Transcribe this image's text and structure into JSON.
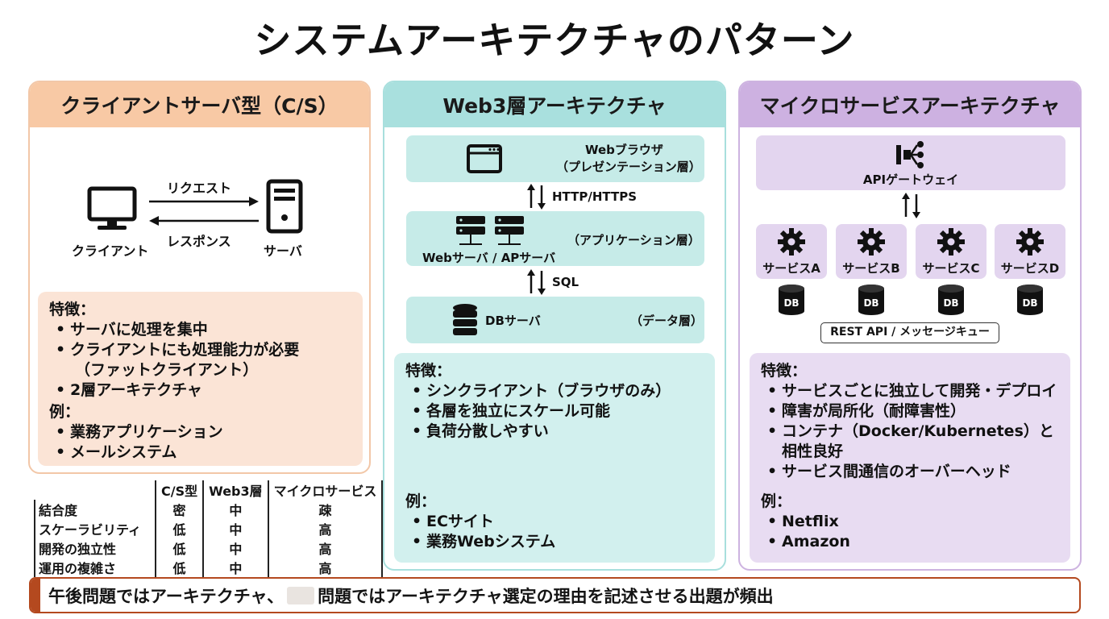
{
  "title": "システムアーキテクチャのパターン",
  "cs": {
    "header": "クライアントサーバ型（C/S）",
    "request": "リクエスト",
    "response": "レスポンス",
    "client": "クライアント",
    "server": "サーバ",
    "feature_heading": "特徴：",
    "features": [
      "サーバに処理を集中",
      "クライアントにも処理能力が必要",
      "2層アーキテクチャ"
    ],
    "feature_note": "（ファットクライアント）",
    "example_heading": "例：",
    "examples": [
      "業務アプリケーション",
      "メールシステム"
    ]
  },
  "web3": {
    "header": "Web3層アーキテクチャ",
    "browser": "Webブラウザ",
    "presentation": "（プレゼンテーション層）",
    "http": "HTTP/HTTPS",
    "application": "（アプリケーション層）",
    "app_server": "Webサーバ / APサーバ",
    "sql": "SQL",
    "db_server": "DBサーバ",
    "data": "（データ層）",
    "feature_heading": "特徴：",
    "features": [
      "シンクライアント（ブラウザのみ）",
      "各層を独立にスケール可能",
      "負荷分散しやすい"
    ],
    "example_heading": "例：",
    "examples": [
      "ECサイト",
      "業務Webシステム"
    ]
  },
  "micro": {
    "header": "マイクロサービスアーキテクチャ",
    "gateway": "APIゲートウェイ",
    "services": [
      "サービスA",
      "サービスB",
      "サービスC",
      "サービスD"
    ],
    "db": "DB",
    "rest": "REST API / メッセージキュー",
    "feature_heading": "特徴：",
    "features": [
      "サービスごとに独立して開発・デプロイ",
      "障害が局所化（耐障害性）",
      "コンテナ（Docker/Kubernetes）と",
      "サービス間通信のオーバーヘッド"
    ],
    "feature_note": "相性良好",
    "example_heading": "例：",
    "examples": [
      "Netflix",
      "Amazon"
    ]
  },
  "table": {
    "headers": [
      "C/S型",
      "Web3層",
      "マイクロサービス"
    ],
    "rows": [
      {
        "label": "結合度",
        "values": [
          "密",
          "中",
          "疎"
        ]
      },
      {
        "label": "スケーラビリティ",
        "values": [
          "低",
          "中",
          "高"
        ]
      },
      {
        "label": "開発の独立性",
        "values": [
          "低",
          "中",
          "高"
        ]
      },
      {
        "label": "運用の複雑さ",
        "values": [
          "低",
          "中",
          "高"
        ]
      }
    ]
  },
  "footer": {
    "text_before": "午後問題ではアーキテクチャ、",
    "text_after": "問題ではアーキテクチャ選定の理由を記述させる出題が頻出"
  }
}
